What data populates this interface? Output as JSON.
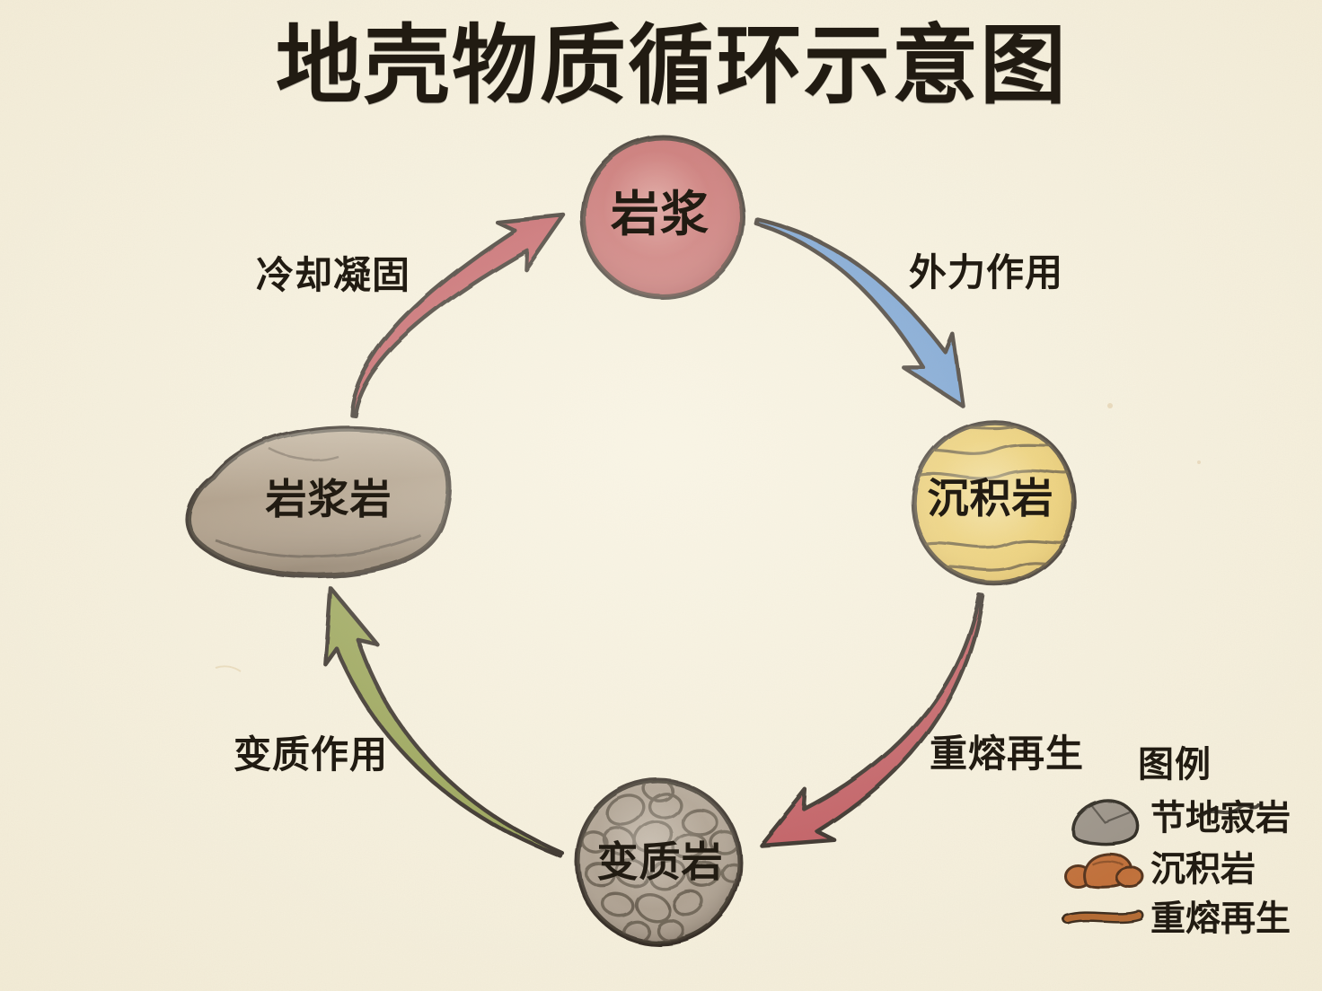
{
  "title": "地壳物质循环示意图",
  "nodes": {
    "magma": {
      "label": "岩浆",
      "fill": "#c05c5e"
    },
    "sedimentary": {
      "label": "沉积岩",
      "fill": "#eac85f"
    },
    "metamorphic": {
      "label": "变质岩",
      "fill": "#a89a8a"
    },
    "igneous": {
      "label": "岩浆岩",
      "fill": "#a3907a"
    }
  },
  "arrows": {
    "cooling": {
      "label": "冷却凝固",
      "color": "#c1555c",
      "from": "岩浆岩",
      "to": "岩浆"
    },
    "weathering": {
      "label": "外力作用",
      "color": "#6697d2",
      "from": "岩浆",
      "to": "沉积岩"
    },
    "remelting": {
      "label": "重熔再生",
      "color": "#bf525a",
      "from": "沉积岩",
      "to": "变质岩"
    },
    "metamorphism": {
      "label": "变质作用",
      "color": "#94a04f",
      "from": "变质岩",
      "to": "岩浆岩"
    }
  },
  "legend": {
    "title": "图例",
    "items": [
      {
        "icon": "gray-rock-icon",
        "label": "节地寂岩"
      },
      {
        "icon": "orange-rocks-icon",
        "label": "沉积岩"
      },
      {
        "icon": "orange-line-icon",
        "label": "重熔再生"
      }
    ]
  },
  "colors": {
    "paper": "#f7f1de",
    "ink": "#211b12",
    "outline": "#2b241b"
  }
}
